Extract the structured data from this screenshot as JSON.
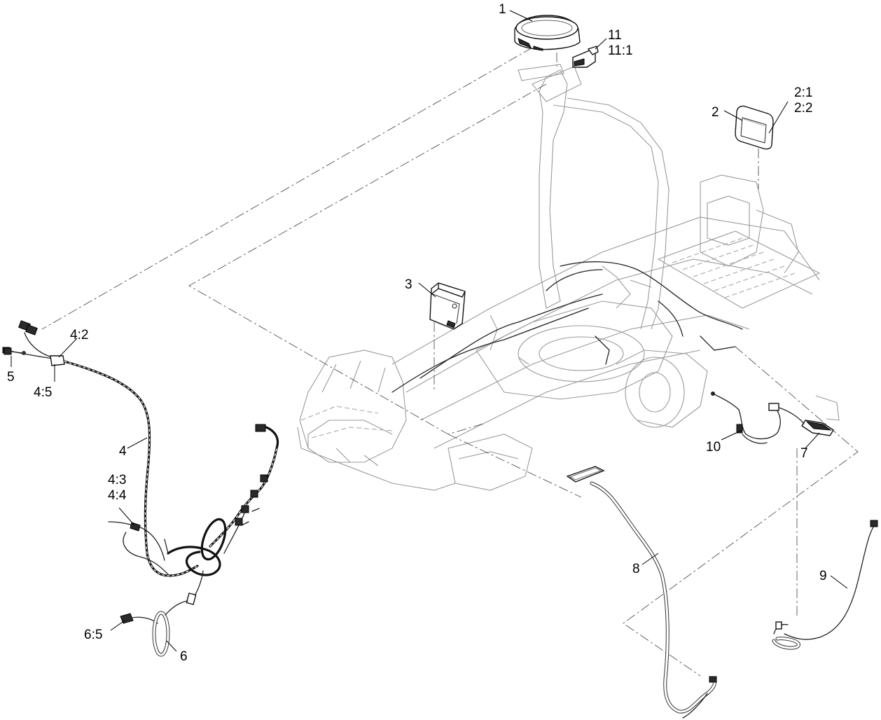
{
  "callouts": {
    "c1": "1",
    "c11": "11",
    "c11_1": "11:1",
    "c2_1": "2:1",
    "c2_2": "2:2",
    "c2": "2",
    "c3": "3",
    "c4_2": "4:2",
    "c5": "5",
    "c4_5": "4:5",
    "c4": "4",
    "c4_3": "4:3",
    "c4_4": "4:4",
    "c6_5": "6:5",
    "c6": "6",
    "c10": "10",
    "c7": "7",
    "c8": "8",
    "c9": "9"
  }
}
